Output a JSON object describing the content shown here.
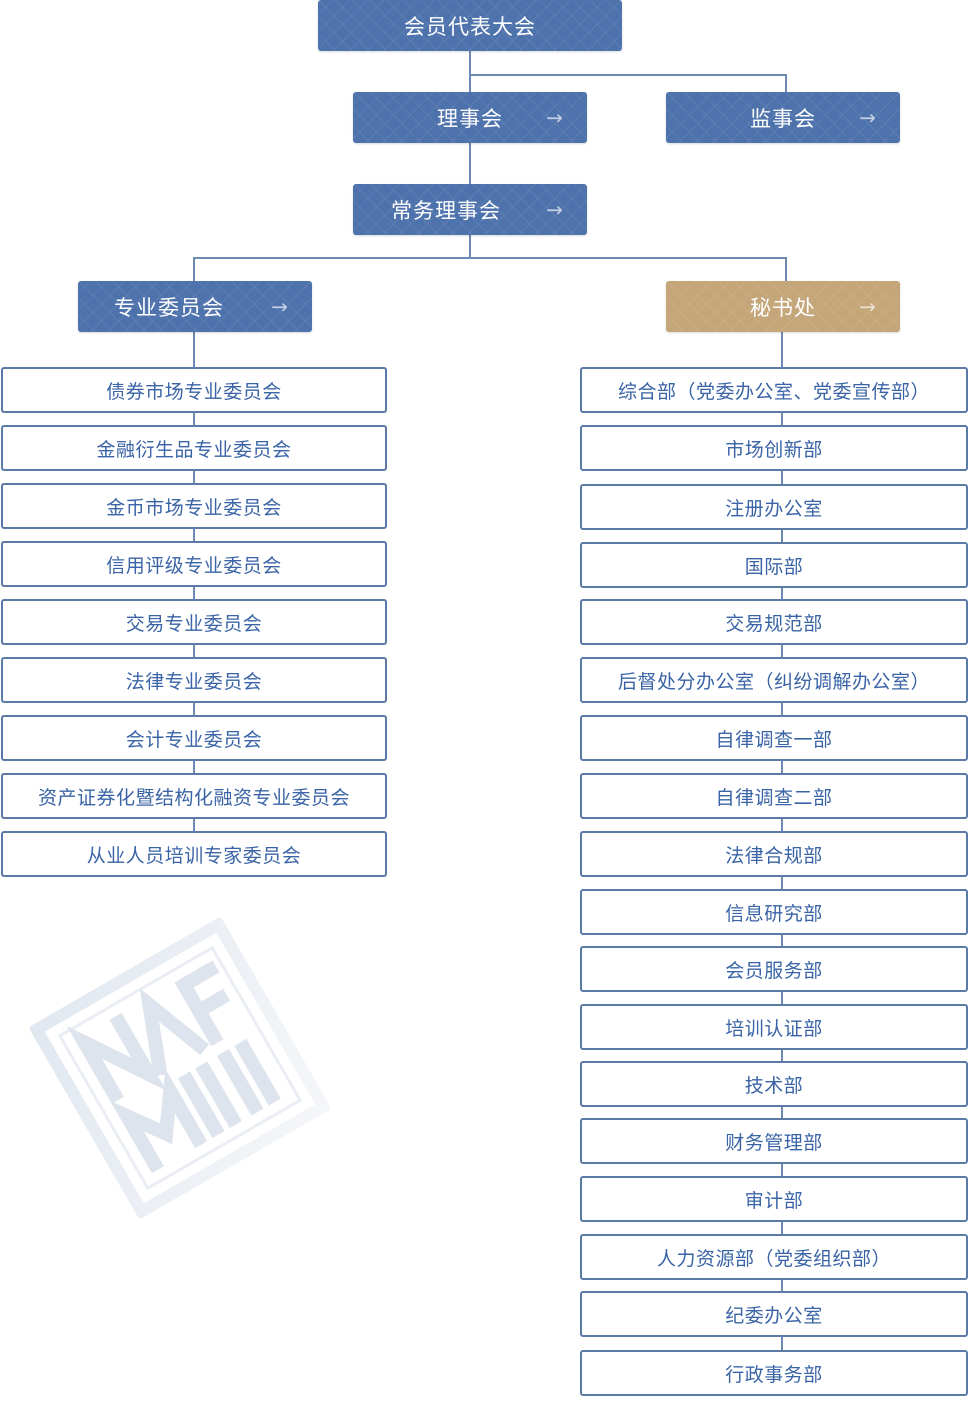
{
  "colors": {
    "node_blue": "#4e72ac",
    "node_gold": "#c4a679",
    "border": "#5b7aa8",
    "text": "#3a64a6",
    "connector": "#6d8ab5"
  },
  "top": {
    "label": "会员代表大会"
  },
  "council": {
    "label": "理事会",
    "arrow": "→"
  },
  "supervisory": {
    "label": "监事会",
    "arrow": "→"
  },
  "standing": {
    "label": "常务理事会",
    "arrow": "→"
  },
  "committees": {
    "label": "专业委员会",
    "arrow": "→",
    "items": [
      "债券市场专业委员会",
      "金融衍生品专业委员会",
      "金币市场专业委员会",
      "信用评级专业委员会",
      "交易专业委员会",
      "法律专业委员会",
      "会计专业委员会",
      "资产证券化暨结构化融资专业委员会",
      "从业人员培训专家委员会"
    ]
  },
  "secretariat": {
    "label": "秘书处",
    "arrow": "→",
    "items": [
      "综合部（党委办公室、党委宣传部）",
      "市场创新部",
      "注册办公室",
      "国际部",
      "交易规范部",
      "后督处分办公室（纠纷调解办公室）",
      "自律调查一部",
      "自律调查二部",
      "法律合规部",
      "信息研究部",
      "会员服务部",
      "培训认证部",
      "技术部",
      "财务管理部",
      "审计部",
      "人力资源部（党委组织部）",
      "纪委办公室",
      "行政事务部"
    ]
  },
  "watermark": {
    "text": "NAFMII",
    "icon": "nafmii-logo-icon"
  }
}
